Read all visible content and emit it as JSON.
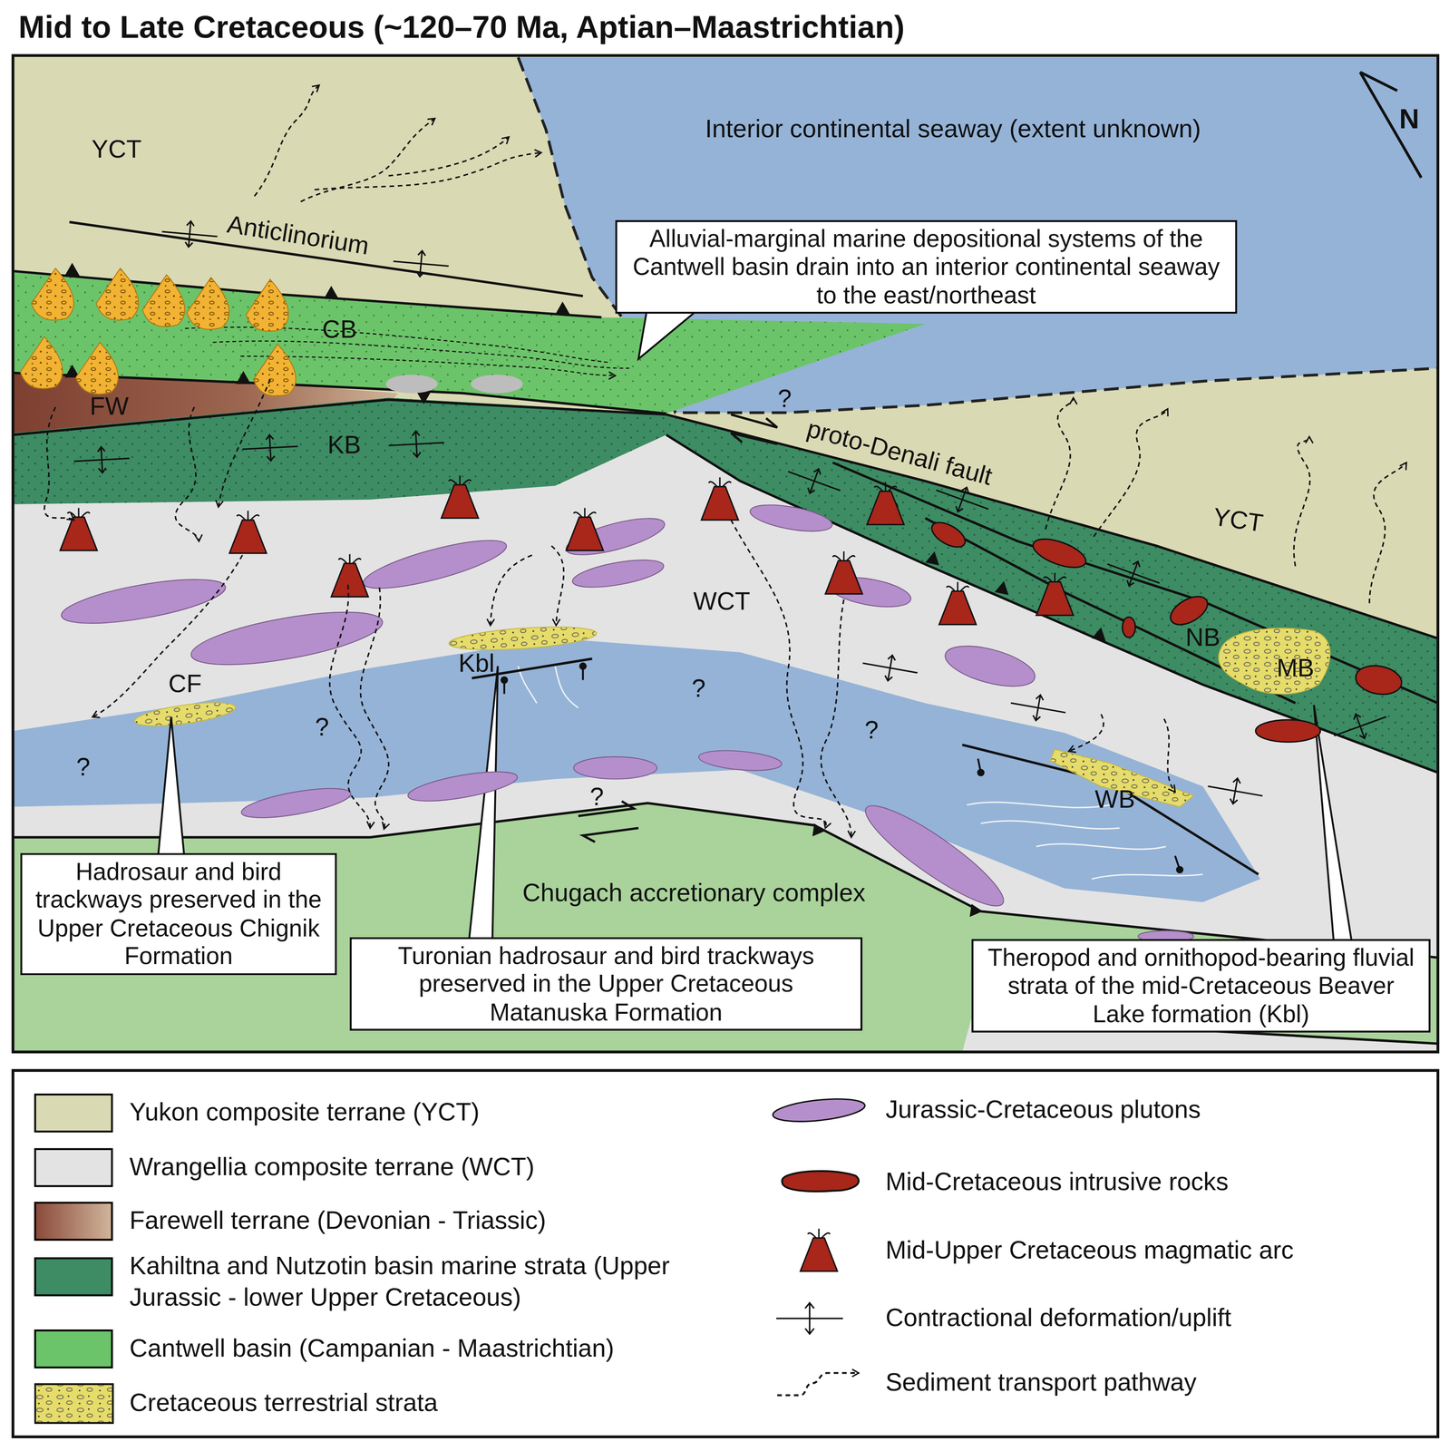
{
  "diagram": {
    "title": "Mid to Late Cretaceous (~120–70 Ma, Aptian–Maastrichtian)",
    "nodes": [
      {
        "text": [
          "Alluvial-marginal marine depositional systems of the Cantwell basin drain into an interior continental seaway to the east/northeast"
        ]
      },
      {
        "text": [
          "Hadrosaur and bird trackways preserved in the Upper Cretaceous Chignik Formation"
        ]
      },
      {
        "text": [
          "Turonian hadrosaur and bird trackways preserved in the Upper Cretaceous Matanuska Formation"
        ]
      },
      {
        "text": [
          "Theropod and ornithopod-bearing fluvial strata of the mid-Cretaceous Beaver Lake formation (Kbl)"
        ]
      }
    ],
    "labels": [
      "N",
      "YCT",
      "Interior continental seaway (extent unknown)",
      "Anticlinorium",
      "CB",
      "?",
      "proto-Denali fault",
      "FW",
      "KB",
      "YCT",
      "WCT",
      "NB",
      "MB",
      "Kbl",
      "CF",
      "?",
      "?",
      "?",
      "?",
      "?",
      "WB",
      "Chugach accretionary complex"
    ],
    "legend": [
      {
        "text": "Yukon composite terrane (YCT)",
        "color": "#d9d9b4"
      },
      {
        "text": "Wrangellia composite terrane (WCT)",
        "color": "#e3e3e3"
      },
      {
        "text": "Farewell terrane (Devonian - Triassic)",
        "color": "#8b4b3b"
      },
      {
        "text": "Kahiltna and Nutzotin basin marine strata (Upper Jurassic - lower Upper Cretaceous)",
        "color": "#3d8c64"
      },
      {
        "text": "Cantwell basin (Campanian - Maastrichtian)",
        "color": "#6cc46a"
      },
      {
        "text": "Cretaceous terrestrial strata"
      },
      {
        "text": "Jurassic-Cretaceous plutons"
      },
      {
        "text": "Mid-Cretaceous intrusive rocks"
      },
      {
        "text": "Mid-Upper Cretaceous magmatic arc"
      },
      {
        "text": "Contractional deformation/uplift"
      },
      {
        "text": "Sediment transport pathway"
      }
    ]
  }
}
